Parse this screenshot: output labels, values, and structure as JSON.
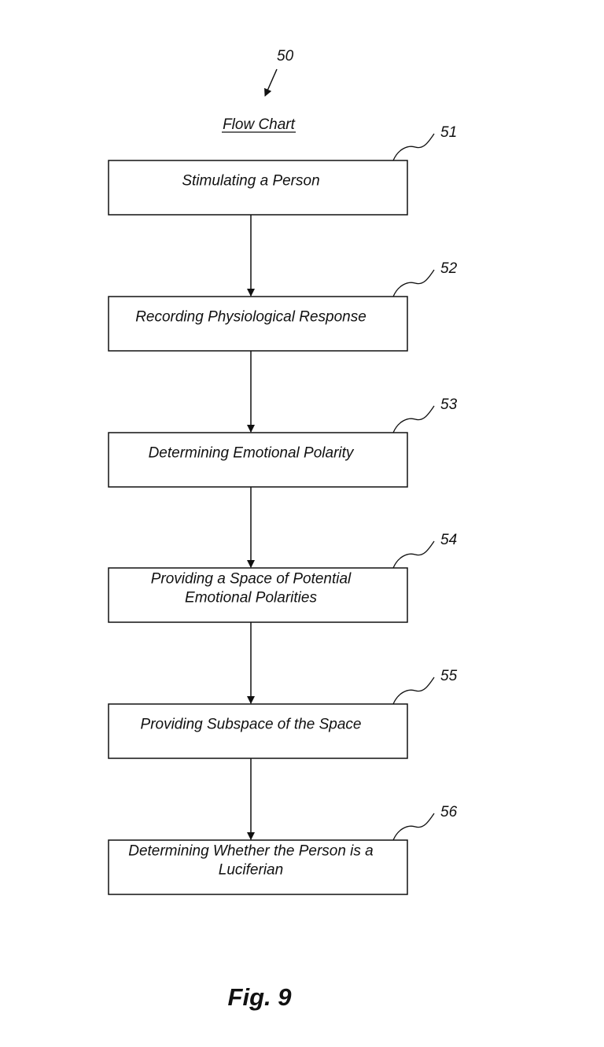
{
  "diagram": {
    "figure_ref": "50",
    "title": "Flow Chart",
    "figure_caption": "Fig. 9",
    "steps": [
      {
        "ref": "51",
        "lines": [
          "Stimulating a Person"
        ]
      },
      {
        "ref": "52",
        "lines": [
          "Recording Physiological Response"
        ]
      },
      {
        "ref": "53",
        "lines": [
          "Determining Emotional Polarity"
        ]
      },
      {
        "ref": "54",
        "lines": [
          "Providing a Space of Potential",
          "Emotional Polarities"
        ]
      },
      {
        "ref": "55",
        "lines": [
          "Providing Subspace of the Space"
        ]
      },
      {
        "ref": "56",
        "lines": [
          "Determining Whether the Person is a",
          "Luciferian"
        ]
      }
    ],
    "colors": {
      "ink": "#111111",
      "background": "#ffffff"
    }
  }
}
